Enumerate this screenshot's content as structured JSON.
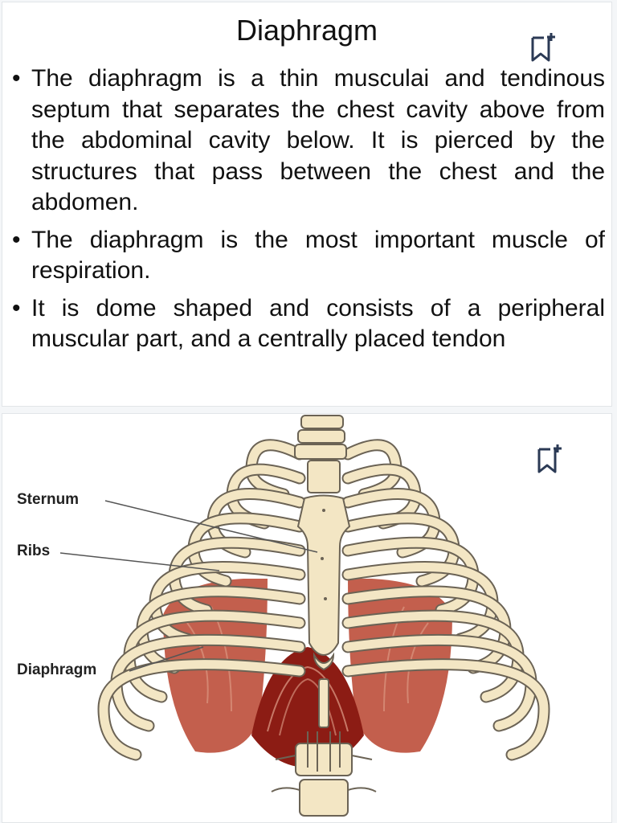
{
  "slide": {
    "title": "Diaphragm",
    "bullets": [
      "The diaphragm is a thin musculai and tendinous septum that separates the chest cavity above from the abdominal cavity below. It is pierced by the structures that pass between the chest and the abdomen.",
      "The diaphragm is the most important muscle of respiration.",
      "It is dome shaped and consists of a peripheral muscular part, and a centrally placed tendon"
    ],
    "bullet_glyph": "•"
  },
  "figure": {
    "labels": {
      "sternum": "Sternum",
      "ribs": "Ribs",
      "diaphragm": "Diaphragm"
    }
  },
  "icons": {
    "bookmark_top": "bookmark-add-icon",
    "bookmark_bottom": "bookmark-add-icon"
  },
  "colors": {
    "bone": "#f3e6c4",
    "bone_outline": "#6b6355",
    "muscle_dark": "#8c1c14",
    "muscle_mid": "#b8432e",
    "muscle_light": "#e0a08a",
    "icon": "#2b3a55"
  }
}
